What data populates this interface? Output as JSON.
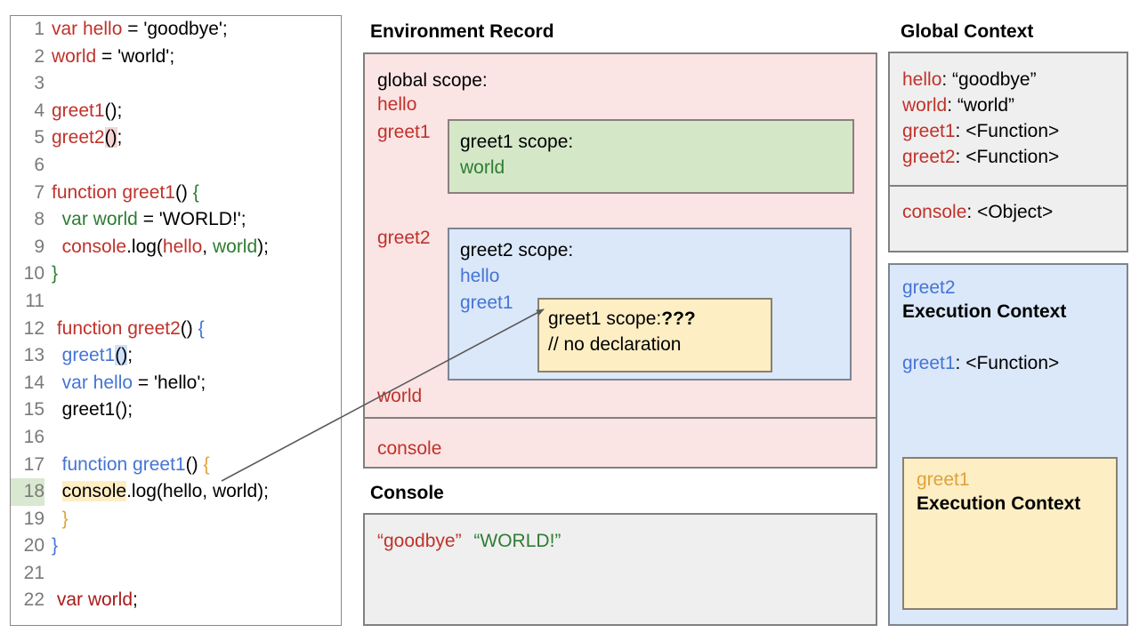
{
  "code_panel": {
    "lines": [
      {
        "n": "1",
        "tokens": [
          {
            "t": "var hello",
            "c": "red"
          },
          {
            "t": " = 'goodbye';",
            "c": "black"
          }
        ]
      },
      {
        "n": "2",
        "tokens": [
          {
            "t": "world",
            "c": "red"
          },
          {
            "t": " = 'world';",
            "c": "black"
          }
        ]
      },
      {
        "n": "3",
        "tokens": []
      },
      {
        "n": "4",
        "tokens": [
          {
            "t": "greet1",
            "c": "red"
          },
          {
            "t": "();",
            "c": "black"
          }
        ]
      },
      {
        "n": "5",
        "tokens": [
          {
            "t": "greet2",
            "c": "red"
          },
          {
            "t": "()",
            "c": "black",
            "hl": "pink"
          },
          {
            "t": ";",
            "c": "black"
          }
        ]
      },
      {
        "n": "6",
        "tokens": []
      },
      {
        "n": "7",
        "tokens": [
          {
            "t": "function greet1",
            "c": "red"
          },
          {
            "t": "() ",
            "c": "black"
          },
          {
            "t": "{",
            "c": "green"
          }
        ]
      },
      {
        "n": "8",
        "tokens": [
          {
            "t": "  var world",
            "c": "green"
          },
          {
            "t": " = 'WORLD!';",
            "c": "black"
          }
        ]
      },
      {
        "n": "9",
        "tokens": [
          {
            "t": "  console",
            "c": "red"
          },
          {
            "t": ".log(",
            "c": "black"
          },
          {
            "t": "hello",
            "c": "red"
          },
          {
            "t": ", ",
            "c": "black"
          },
          {
            "t": "world",
            "c": "green"
          },
          {
            "t": ");",
            "c": "black"
          }
        ]
      },
      {
        "n": "10",
        "tokens": [
          {
            "t": "}",
            "c": "green"
          }
        ]
      },
      {
        "n": "11",
        "tokens": []
      },
      {
        "n": "12",
        "tokens": [
          {
            "t": " function greet2",
            "c": "red"
          },
          {
            "t": "() ",
            "c": "black"
          },
          {
            "t": "{",
            "c": "blue"
          }
        ]
      },
      {
        "n": "13",
        "tokens": [
          {
            "t": "  greet1",
            "c": "blue"
          },
          {
            "t": "()",
            "c": "black",
            "hl": "blue"
          },
          {
            "t": ";",
            "c": "black"
          }
        ]
      },
      {
        "n": "14",
        "tokens": [
          {
            "t": "  var hello",
            "c": "blue"
          },
          {
            "t": " = 'hello';",
            "c": "black"
          }
        ]
      },
      {
        "n": "15",
        "tokens": [
          {
            "t": "  greet1();",
            "c": "black"
          }
        ]
      },
      {
        "n": "16",
        "tokens": []
      },
      {
        "n": "17",
        "tokens": [
          {
            "t": "  function greet1",
            "c": "blue"
          },
          {
            "t": "() ",
            "c": "black"
          },
          {
            "t": "{",
            "c": "gold"
          }
        ]
      },
      {
        "n": "18",
        "tokens": [
          {
            "t": "  ",
            "c": "black"
          },
          {
            "t": "console",
            "c": "black",
            "hl": "yellow"
          },
          {
            "t": ".log(hello, world);",
            "c": "black"
          }
        ],
        "line_hl": true
      },
      {
        "n": "19",
        "tokens": [
          {
            "t": "  ",
            "c": "black"
          },
          {
            "t": "}",
            "c": "gold"
          }
        ]
      },
      {
        "n": "20",
        "tokens": [
          {
            "t": "}",
            "c": "blue"
          }
        ]
      },
      {
        "n": "21",
        "tokens": []
      },
      {
        "n": "22",
        "tokens": [
          {
            "t": " var world",
            "c": "dred"
          },
          {
            "t": ";",
            "c": "black"
          }
        ]
      }
    ]
  },
  "environment_record": {
    "title": "Environment Record",
    "global_scope_label": "global scope:",
    "bindings": [
      {
        "name": "hello"
      },
      {
        "name": "greet1"
      },
      {
        "name": "greet2"
      },
      {
        "name": "world"
      }
    ],
    "console_binding": "console",
    "greet1_scope": {
      "header": "greet1 scope:",
      "vars": [
        "world"
      ]
    },
    "greet2_scope": {
      "header": "greet2 scope:",
      "vars": [
        "hello",
        "greet1"
      ],
      "inner": {
        "header": "greet1 scope:",
        "header_unknown": "???",
        "comment": "// no declaration"
      }
    }
  },
  "console_panel": {
    "title": "Console",
    "output": [
      {
        "text": "“goodbye”",
        "color": "red"
      },
      {
        "text": "“WORLD!”",
        "color": "green"
      }
    ]
  },
  "global_context": {
    "title": "Global Context",
    "entries": [
      {
        "key": "hello",
        "value": "“goodbye”"
      },
      {
        "key": "world",
        "value": "“world”"
      },
      {
        "key": "greet1",
        "value": "<Function>"
      },
      {
        "key": "greet2",
        "value": "<Function>"
      }
    ],
    "console_entry": {
      "key": "console",
      "value": "<Object>"
    }
  },
  "greet2_execution_context": {
    "name": "greet2",
    "label": "Execution Context",
    "entry": {
      "key": "greet1",
      "value": "<Function>"
    },
    "inner": {
      "name": "greet1",
      "label": "Execution Context"
    }
  },
  "colors": {
    "red": "#c0322b",
    "dark_red": "#a81b1b",
    "green": "#2e7d32",
    "blue": "#4574d6",
    "gold": "#e0a23a",
    "env_bg": "#fbe4e4",
    "greet1_scope_bg": "#d4e8c8",
    "greet2_scope_bg": "#dbe8fa",
    "inner_scope_bg": "#fdeec4",
    "panel_bg": "#efefef",
    "border": "#808080"
  }
}
